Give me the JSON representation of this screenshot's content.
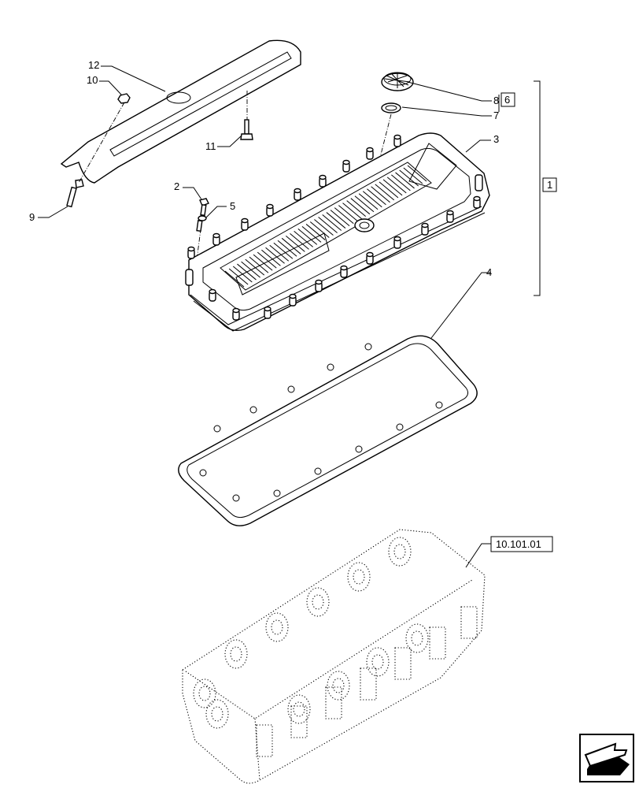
{
  "callouts": {
    "c1": "1",
    "c2": "2",
    "c3": "3",
    "c4": "4",
    "c5": "5",
    "c6": "6",
    "c7": "7",
    "c8": "8",
    "c9": "9",
    "c10": "10",
    "c11": "11",
    "c12": "12"
  },
  "reference": "10.101.01",
  "nav_icon": "next-page-arrow-icon"
}
